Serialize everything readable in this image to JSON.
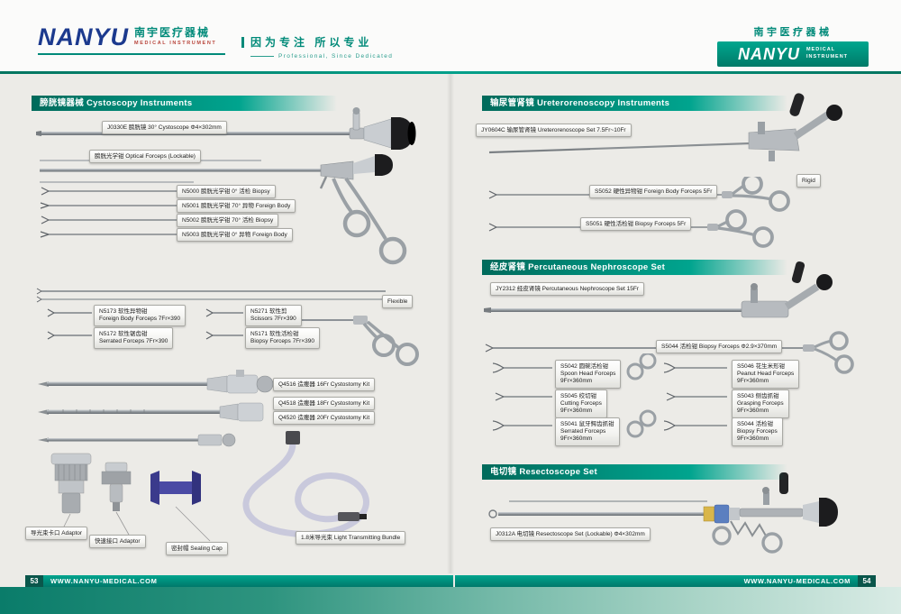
{
  "brand_colors": {
    "teal": "#008a79",
    "navy": "#1c3a8e"
  },
  "header": {
    "logo": {
      "name": "NANYU",
      "cn": "南宇医疗器械",
      "sub": "MEDICAL INSTRUMENT"
    },
    "slogan": {
      "cn": "因为专注 所以专业",
      "en": "Professional, Since Dedicated"
    },
    "brand_right": {
      "cn": "南宇医疗器械",
      "name": "NANYU",
      "sub1": "MEDICAL",
      "sub2": "INSTRUMENT"
    }
  },
  "left_page": {
    "section_title": "膀胱镜器械  Cystoscopy Instruments",
    "labels": {
      "cystoscope": "J0330E 膀胱镜 30°  Cystoscope  Φ4×302mm",
      "optical_forceps": "膀胱光学钳 Optical Forceps (Lockable)",
      "n5000": "N5000 膀胱光学钳  0°  活检 Biopsy",
      "n5001": "N5001 膀胱光学钳 70°  异物 Foreign Body",
      "n5002": "N5002 膀胱光学钳 70°  活检 Biopsy",
      "n5003": "N5003 膀胱光学钳  0°  异物 Foreign Body",
      "flexible": "Flexible",
      "q4516": "Q4516 造瘘器 16Fr Cystostomy Kit",
      "q4518": "Q4518 造瘘器 18Fr Cystostomy Kit",
      "q4520": "Q4520 造瘘器 20Fr Cystostomy Kit",
      "adaptor_bayonet": "导光束卡口 Adaptor",
      "adaptor_quick": "快速接口 Adaptor",
      "sealing_cap": "密封帽 Sealing Cap",
      "light_bundle": "1.8米导光束  Light Transmitting Bundle"
    },
    "flex_forceps": [
      {
        "l1": "N5173 软性异物钳",
        "l2": "Foreign Body Forceps 7Fr×390"
      },
      {
        "l1": "N5271 软性剪",
        "l2": "Scissors 7Fr×390"
      },
      {
        "l1": "N5172 软性锯齿钳",
        "l2": "Serrated Forceps 7Fr×390"
      },
      {
        "l1": "N5171 软性活检钳",
        "l2": "Biopsy Forceps 7Fr×390"
      }
    ]
  },
  "right_page": {
    "section1_title": "输尿管肾镜  Ureterorenoscopy Instruments",
    "section2_title": "经皮肾镜  Percutaneous Nephroscope Set",
    "section3_title": "电切镜  Resectoscope Set",
    "labels": {
      "ureteroscope": "JY0604C 输尿管肾镜 Ureterorenoscope Set 7.5Fr~10Fr",
      "rigid": "Rigid",
      "s5052": "S5052 硬性异物钳 Foreign Body Forceps 5Fr",
      "s5051": "S5051 硬性活检钳 Biopsy Forceps 5Fr",
      "nephroscope": "JY2312 经皮肾镜 Percutaneous Nephroscope Set 15Fr",
      "s5044_long": "S5044 活检钳 Biopsy Forceps  Φ2.9×370mm",
      "resectoscope": "J0312A 电切镜 Resectoscope Set (Lockable)  Φ4×302mm"
    },
    "nephro_forceps": [
      {
        "l1": "S5042 圆碗活检钳",
        "l2": "Spoon Head Forceps",
        "l3": "9Fr×360mm"
      },
      {
        "l1": "S5046 花生米形钳",
        "l2": "Peanut Head Forceps",
        "l3": "9Fr×360mm"
      },
      {
        "l1": "S5045 绞切钳",
        "l2": "Cutting Forceps",
        "l3": "9Fr×360mm"
      },
      {
        "l1": "S5043 侧齿抓钳",
        "l2": "Grasping Forceps",
        "l3": "9Fr×360mm"
      },
      {
        "l1": "S5041 鼠牙鳄齿抓钳",
        "l2": "Serrated Forceps",
        "l3": "9Fr×360mm"
      },
      {
        "l1": "S5044 活检钳",
        "l2": "Biopsy Forceps",
        "l3": "9Fr×360mm"
      }
    ]
  },
  "footer": {
    "left_page_no": "53",
    "left_url": "WWW.NANYU-MEDICAL.COM",
    "right_url": "WWW.NANYU-MEDICAL.COM",
    "right_page_no": "54"
  }
}
